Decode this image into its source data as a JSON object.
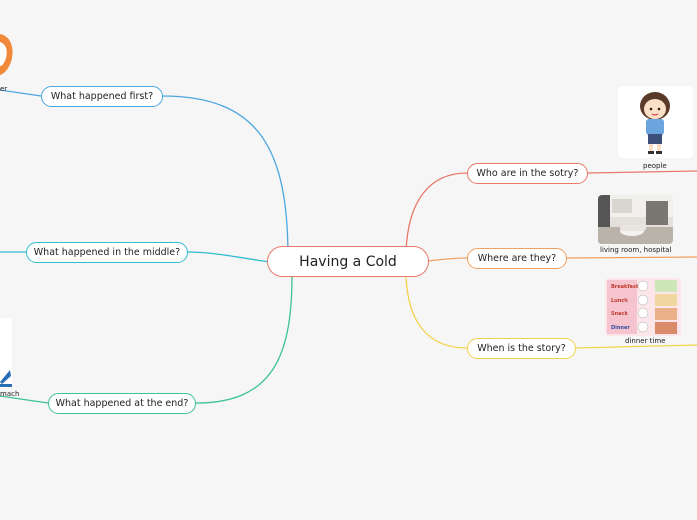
{
  "root": {
    "label": "Having a Cold"
  },
  "branches": {
    "first": {
      "label": "What happened first?",
      "color": "#4da6e0"
    },
    "middle": {
      "label": "What happened in the middle?",
      "color": "#2fbcd0"
    },
    "end": {
      "label": "What happened at the end?",
      "color": "#3cc38f"
    },
    "who": {
      "label": "Who are in the sotry?",
      "color": "#e57a69"
    },
    "where": {
      "label": "Where are they?",
      "color": "#f0a060"
    },
    "when": {
      "label": "When is the story?",
      "color": "#f3d24b"
    }
  },
  "captions": {
    "first_partial": "er",
    "end_partial": "mach",
    "who": "people",
    "where": "living room, hospital",
    "when": "dinner time"
  },
  "schedule": {
    "rows": [
      "Breakfast",
      "Lunch",
      "Snack",
      "Dinner"
    ]
  }
}
